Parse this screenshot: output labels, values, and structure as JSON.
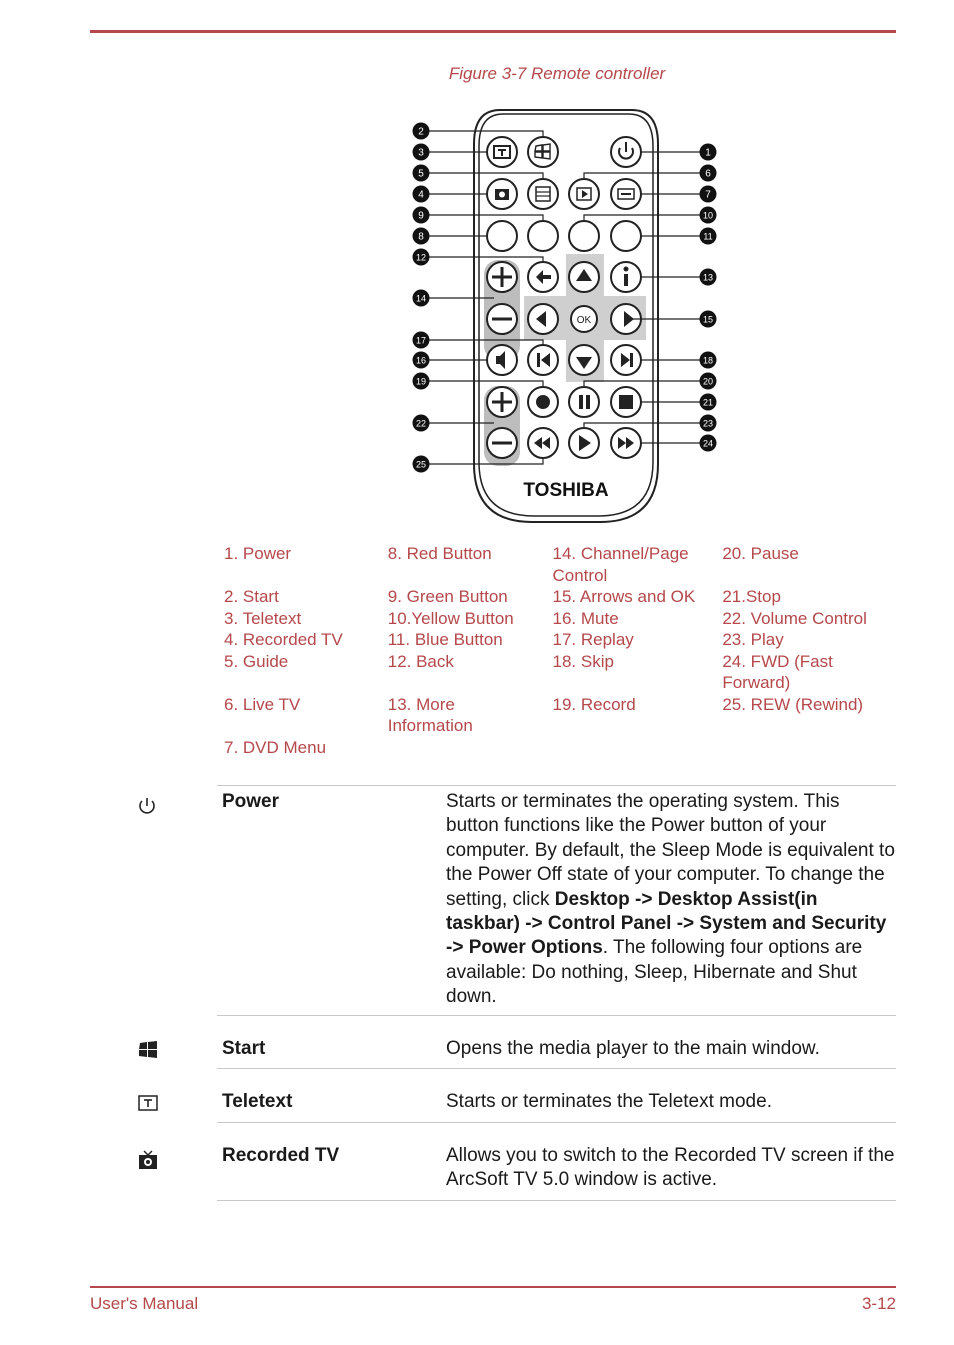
{
  "figure_caption": "Figure 3-7 Remote controller",
  "remote": {
    "brand": "TOSHIBA",
    "ok_label": "OK",
    "callouts_left": [
      "2",
      "3",
      "5",
      "4",
      "9",
      "8",
      "12",
      "14",
      "17",
      "16",
      "19",
      "22",
      "25"
    ],
    "callouts_right": [
      "1",
      "6",
      "7",
      "10",
      "11",
      "13",
      "15",
      "18",
      "20",
      "21",
      "23",
      "24"
    ]
  },
  "legend": {
    "col1": [
      "1. Power",
      "2. Start",
      "3. Teletext",
      "4. Recorded TV",
      "5. Guide",
      "6. Live TV",
      "7. DVD Menu"
    ],
    "col2": [
      "8. Red Button",
      "9. Green Button",
      "10.Yellow Button",
      "11. Blue Button",
      "12. Back",
      "13. More Information"
    ],
    "col3": [
      "14. Channel/Page Control",
      "15. Arrows and OK",
      "16. Mute",
      "17. Replay",
      "18. Skip",
      "19. Record"
    ],
    "col4": [
      "20. Pause",
      "21.Stop",
      "22. Volume Control",
      "23. Play",
      "24. FWD (Fast Forward)",
      "25. REW (Rewind)"
    ]
  },
  "entries": [
    {
      "term": "Power",
      "text_a": "Starts or terminates the operating system. This button functions like the Power button of your computer. By default, the Sleep Mode is equivalent to the Power Off state of your computer. To change the setting, click ",
      "text_bold": "Desktop -> Desktop Assist(in taskbar) -> Control Panel -> System and Security -> Power Options",
      "text_b": ". The following four options are available: Do nothing, Sleep, Hibernate and Shut down."
    },
    {
      "term": "Start",
      "text": "Opens the media player to the main window."
    },
    {
      "term": "Teletext",
      "text": "Starts or terminates the Teletext mode."
    },
    {
      "term": "Recorded TV",
      "text": "Allows you to switch to the Recorded TV screen if the ArcSoft TV 5.0 window is active."
    }
  ],
  "footer": {
    "left": "User's Manual",
    "right": "3-12"
  }
}
